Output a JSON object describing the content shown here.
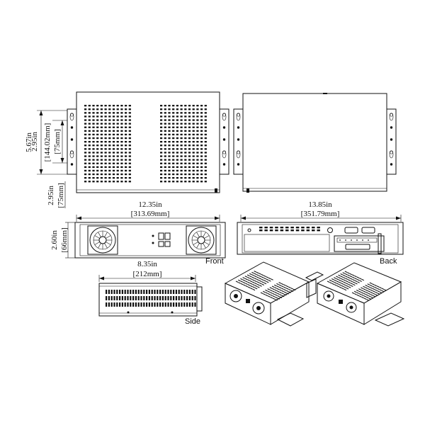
{
  "dimensions": {
    "height_in": "5.67in",
    "height_mm": "144.02mm",
    "hole_spacing_in": "2.95in",
    "hole_spacing_mm": "75mm",
    "bracket_spacing_in": "2.95in",
    "bracket_spacing_mm": "75mm",
    "width_in": "12.35in",
    "width_mm": "313.69mm",
    "overall_width_in": "13.85in",
    "overall_width_mm": "351.79mm",
    "front_height_in": "2.60in",
    "front_height_mm": "66mm",
    "side_length_in": "8.35in",
    "side_length_mm": "212mm"
  },
  "views": {
    "front": "Front",
    "back": "Back",
    "side": "Side"
  }
}
